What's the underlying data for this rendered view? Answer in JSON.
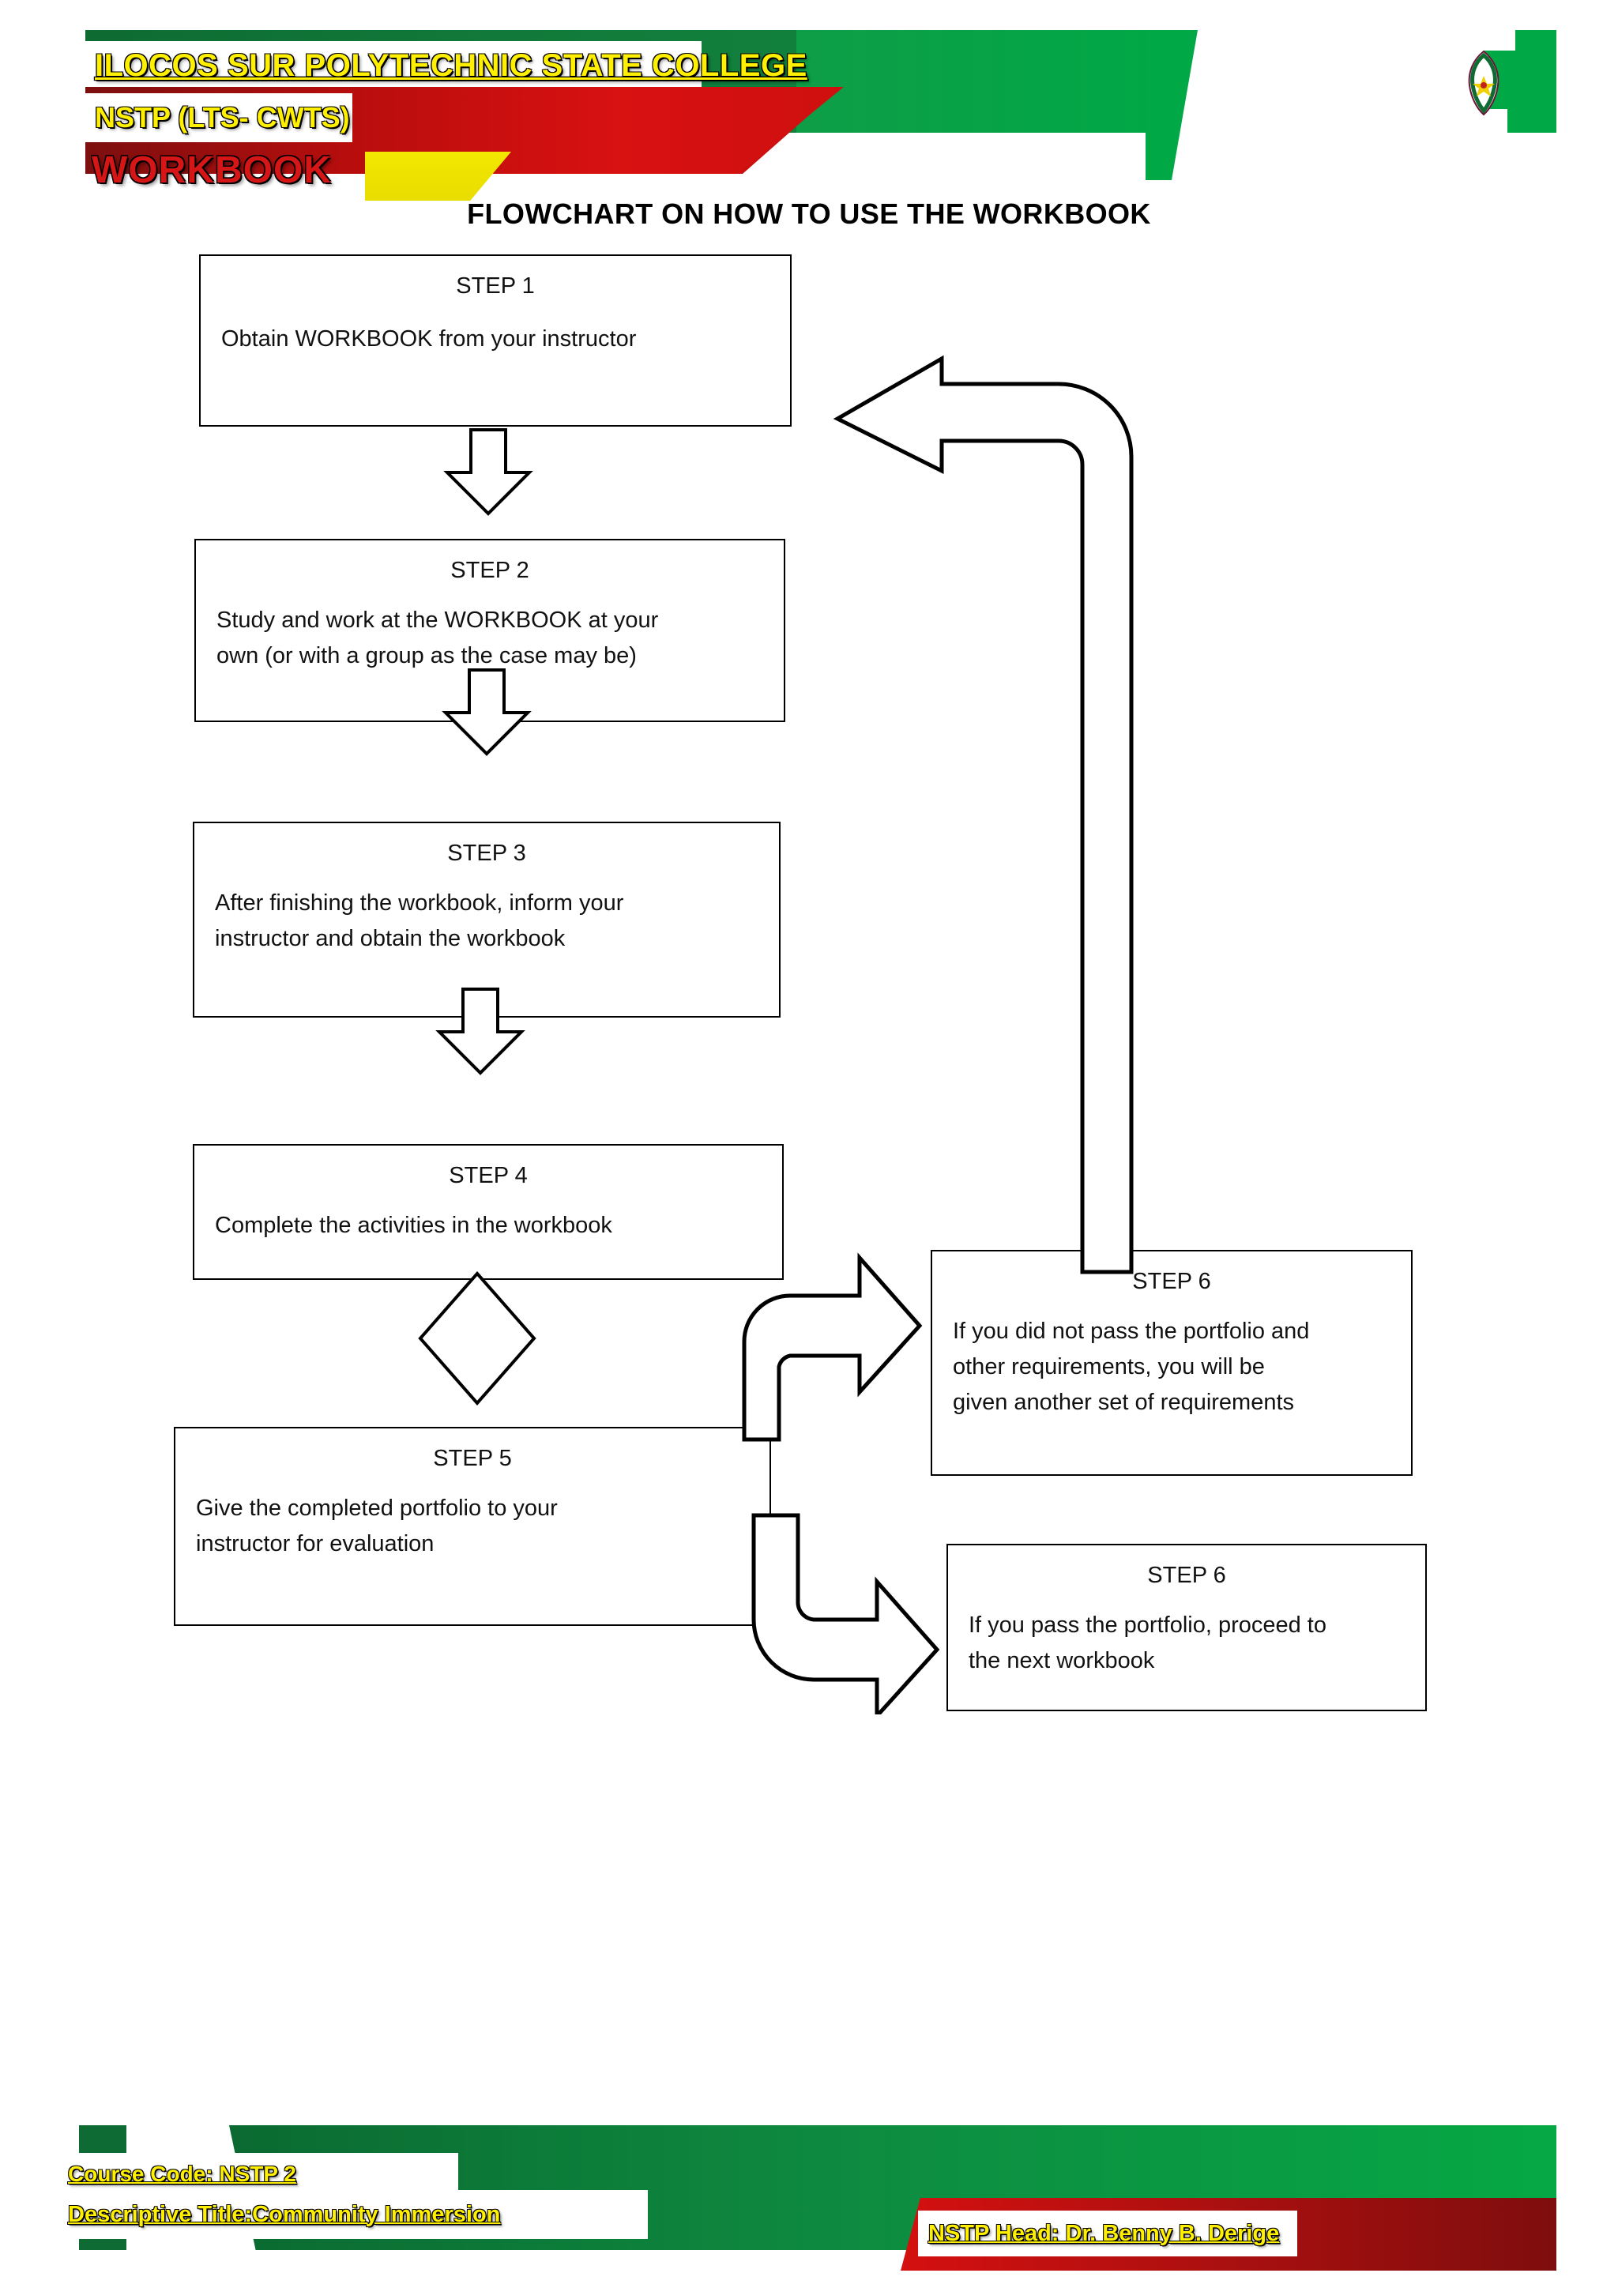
{
  "header": {
    "institution": "ILOCOS SUR POLYTECHNIC STATE COLLEGE",
    "program": "NSTP (LTS- CWTS)",
    "workbook_label": "WORKBOOK",
    "logo_icon": "college-seal-icon",
    "colors": {
      "green_dark": "#0e6b32",
      "green_bright": "#00a846",
      "red_dark": "#7d0f0f",
      "red_bright": "#d81111",
      "yellow": "#ffef00"
    }
  },
  "page_title": "FLOWCHART ON HOW TO USE THE WORKBOOK",
  "chart_data": {
    "type": "diagram",
    "title": "FLOWCHART ON HOW TO USE THE WORKBOOK",
    "nodes": [
      {
        "id": "step1",
        "shape": "rectangle",
        "title": "STEP 1",
        "text": "Obtain WORKBOOK from your instructor"
      },
      {
        "id": "step2",
        "shape": "rectangle",
        "title": "STEP 2",
        "text": "Study and work at the WORKBOOK at your own (or with a group as the case may be)"
      },
      {
        "id": "step3",
        "shape": "rectangle",
        "title": "STEP 3",
        "text": "After finishing the workbook, inform your instructor and obtain the workbook"
      },
      {
        "id": "step4",
        "shape": "rectangle",
        "title": "STEP 4",
        "text": "Complete the activities in the workbook"
      },
      {
        "id": "decision",
        "shape": "diamond",
        "title": "",
        "text": ""
      },
      {
        "id": "step5",
        "shape": "rectangle",
        "title": "STEP 5",
        "text": "Give the completed portfolio to your instructor for evaluation"
      },
      {
        "id": "step6a",
        "shape": "rectangle",
        "title": "STEP 6",
        "text": "If you did not pass the portfolio and other requirements, you will be given another set of requirements"
      },
      {
        "id": "step6b",
        "shape": "rectangle",
        "title": "STEP 6",
        "text": "If you pass the portfolio, proceed to the next workbook"
      }
    ],
    "edges": [
      {
        "from": "step1",
        "to": "step2",
        "style": "block-arrow-down"
      },
      {
        "from": "step2",
        "to": "step3",
        "style": "block-arrow-down"
      },
      {
        "from": "step3",
        "to": "step4",
        "style": "block-arrow-down"
      },
      {
        "from": "step4",
        "to": "decision",
        "style": "implicit"
      },
      {
        "from": "decision",
        "to": "step5",
        "style": "implicit"
      },
      {
        "from": "step4",
        "to": "step6a",
        "style": "bent-arrow-up-right"
      },
      {
        "from": "step5",
        "to": "step6b",
        "style": "bent-arrow-down-right"
      },
      {
        "from": "step6a",
        "to": "step1",
        "style": "curved-feedback-arrow-left"
      }
    ]
  },
  "steps": {
    "s1": {
      "title": "STEP 1",
      "line1": "Obtain WORKBOOK from your instructor"
    },
    "s2": {
      "title": "STEP 2",
      "line1": "Study and work at the WORKBOOK at your",
      "line2": "own (or with a group as the case may be)"
    },
    "s3": {
      "title": "STEP 3",
      "line1": "After finishing the workbook, inform your",
      "line2": "instructor and obtain the workbook"
    },
    "s4": {
      "title": "STEP 4",
      "line1": "Complete the activities in the workbook"
    },
    "s5": {
      "title": "STEP 5",
      "line1": "Give the completed portfolio to your",
      "line2": "instructor for evaluation"
    },
    "s6a": {
      "title": "STEP 6",
      "line1": "If you did not pass the portfolio and",
      "line2": "other requirements, you will be",
      "line3": "given another set of requirements"
    },
    "s6b": {
      "title": "STEP 6",
      "line1": "If you pass the portfolio, proceed to",
      "line2": "the next workbook"
    }
  },
  "footer": {
    "course_code": "Course Code: NSTP 2",
    "descriptive_title": "Descriptive Title:Community Immersion",
    "nstp_head": "NSTP Head: Dr. Benny B. Derige"
  }
}
